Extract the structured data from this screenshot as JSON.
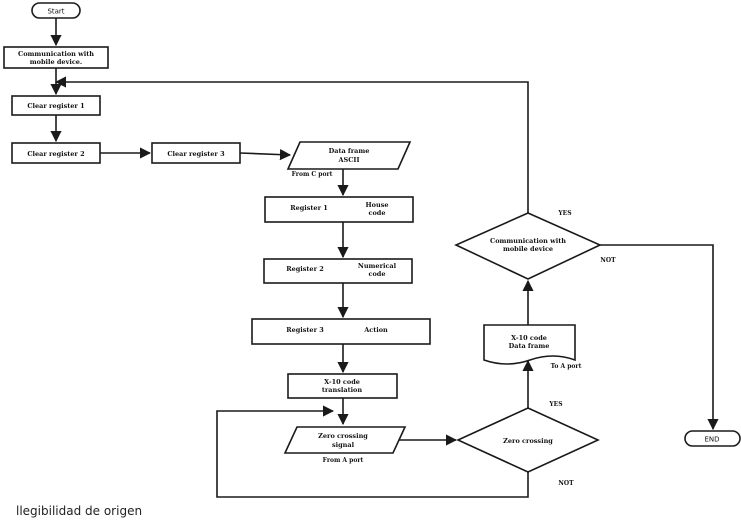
{
  "nodes": {
    "start": "Start",
    "communication": [
      "Communication with",
      "mobile device."
    ],
    "clear_register_1": "Clear register 1",
    "clear_register_2": "Clear register 2",
    "clear_register_3": "Clear register 3",
    "data_frame_ascii": [
      "Data frame",
      "ASCII"
    ],
    "register_1": "Register 1",
    "house_code": [
      "House",
      "code"
    ],
    "register_2": "Register 2",
    "numerical_code": [
      "Numerical",
      "code"
    ],
    "register_3": "Register 3",
    "action": "Action",
    "x10_translation": [
      "X-10 code",
      "translation"
    ],
    "zero_crossing_signal": [
      "Zero crossing",
      "signal"
    ],
    "zero_crossing_decision": "Zero crossing",
    "x10_data_frame": [
      "X-10 code",
      "Data frame"
    ],
    "communication_decision": [
      "Communication with",
      "mobile device"
    ],
    "end": "END"
  },
  "labels": {
    "from_c_port": "From C port",
    "from_a_port": "From A port",
    "to_a_port": "To A port",
    "yes_comm": "YES",
    "not_comm": "NOT",
    "yes_zero": "YES",
    "not_zero": "NOT"
  },
  "caption": "llegibilidad de origen"
}
